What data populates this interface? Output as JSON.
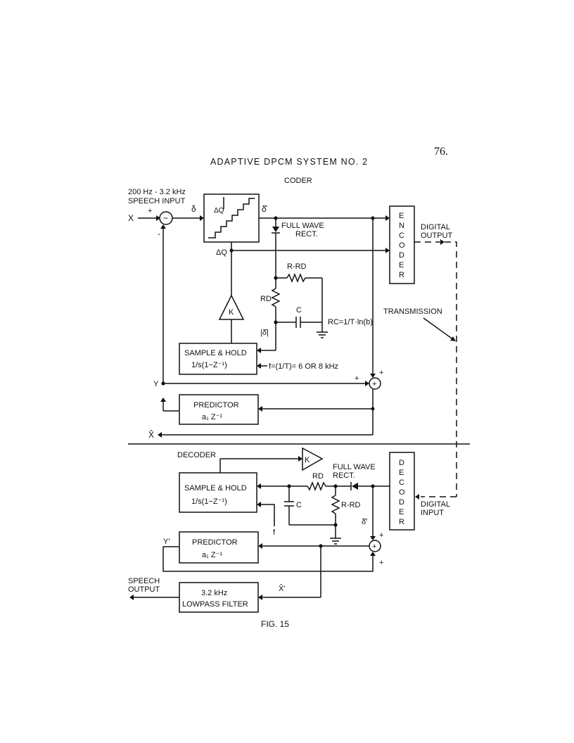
{
  "page_number": "76.",
  "title": "ADAPTIVE DPCM SYSTEM NO. 2",
  "coder": {
    "heading": "CODER",
    "input_label_line1": "200 Hz - 3.2 kHz",
    "input_label_line2": "SPEECH INPUT",
    "x_label": "X",
    "plus_sign": "+",
    "minus_sign": "−",
    "minus_input": "-",
    "delta_label": "δ",
    "delta_q_inner": "ΔQ",
    "delta_hat_label": "δ̂",
    "delta_q_label": "ΔQ",
    "full_wave_rect": [
      "FULL WAVE",
      "RECT."
    ],
    "rrd_label": "R-RD",
    "rd_label": "RD",
    "c_label": "C",
    "rc_formula": "RC=1/T·ln(b)",
    "abs_delta_label": "|δ̂|",
    "gain_label": "K",
    "sample_hold": [
      "SAMPLE & HOLD",
      "1/s(1−Z⁻¹)"
    ],
    "freq_label": "f=(1/T)= 6 OR 8 kHz",
    "encoder_letters": [
      "E",
      "N",
      "C",
      "O",
      "D",
      "E",
      "R"
    ],
    "digital_output": [
      "DIGITAL",
      "OUTPUT"
    ],
    "transmission": "TRANSMISSION",
    "y_label": "Y",
    "adder_plus": "+",
    "adder_sign_top": "+",
    "adder_sign_left": "+",
    "predictor": [
      "PREDICTOR",
      "a₁ Z⁻¹"
    ],
    "x_hat_label": "X̂"
  },
  "decoder": {
    "heading": "DECODER",
    "gain_label": "K",
    "full_wave_rect": [
      "FULL WAVE",
      "RECT."
    ],
    "rd_label": "RD",
    "rrd_label": "R-RD",
    "c_label": "C",
    "f_label": "f",
    "sample_hold": [
      "SAMPLE & HOLD",
      "1/s(1−Z⁻¹)"
    ],
    "decoder_letters": [
      "D",
      "E",
      "C",
      "O",
      "D",
      "E",
      "R"
    ],
    "digital_input": [
      "DIGITAL",
      "INPUT"
    ],
    "delta_hat_prime": "δ̂'",
    "adder_plus": "+",
    "adder_sign_top": "+",
    "adder_sign_bottom": "+",
    "y_prime_label": "Y'",
    "predictor": [
      "PREDICTOR",
      "a₁ Z⁻¹"
    ],
    "speech_output": [
      "SPEECH",
      "OUTPUT"
    ],
    "x_hat_prime": "X̂'",
    "lowpass": [
      "3.2 kHz",
      "LOWPASS FILTER"
    ]
  },
  "figure_caption": "FIG. 15"
}
